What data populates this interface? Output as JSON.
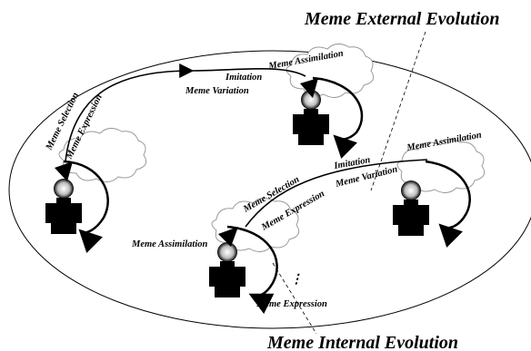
{
  "titles": {
    "external": "Meme External Evolution",
    "internal": "Meme Internal Evolution"
  },
  "labels": {
    "top_selection": "Meme Selection",
    "top_expression": "Meme Expression",
    "top_imitation": "Imitation",
    "top_assimilation": "Meme Assimilation",
    "top_variation": "Meme Variation",
    "mid_selection": "Meme Selection",
    "mid_expression": "Meme Expression",
    "mid_imitation": "Imitation",
    "mid_variation": "Meme Variation",
    "right_assimilation": "Meme Assimilation",
    "center_assimilation": "Meme Assimilation",
    "center_expression": "Meme Expression",
    "ellipsis": "⋮"
  },
  "colors": {
    "stroke": "#000000",
    "cloud_fill": "#ffffff",
    "cloud_stroke": "#9a9a9a",
    "figure": "#000000",
    "head_glow": "#dcdcdc"
  },
  "icons": [
    "person-icon",
    "thought-cloud-icon",
    "cycle-arrow-icon"
  ]
}
